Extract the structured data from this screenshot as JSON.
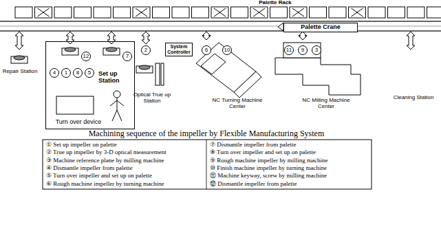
{
  "diagram": {
    "caption": "Machining sequence of the impeller by Flexible Manufacturing System",
    "nodes": [
      {
        "text": [
          "Palette Crane"
        ]
      },
      {
        "text": [
          "Set up Station"
        ]
      },
      {
        "text": [
          "12"
        ],
        "in": 1
      },
      {
        "text": [
          "7"
        ],
        "in": 1
      },
      {
        "text": [
          "4"
        ],
        "in": 1
      },
      {
        "text": [
          "1"
        ],
        "in": 1
      },
      {
        "text": [
          "8"
        ],
        "in": 1
      },
      {
        "text": [
          "5"
        ],
        "in": 1
      },
      {
        "text": [
          "Turn over device"
        ],
        "in": 1
      },
      {
        "text": [
          "2"
        ]
      },
      {
        "text": [
          "System Controller"
        ]
      },
      {
        "text": [
          "6"
        ]
      },
      {
        "text": [
          "10"
        ]
      },
      {
        "text": [
          "11"
        ]
      },
      {
        "text": [
          "9"
        ]
      },
      {
        "text": [
          "3"
        ]
      }
    ],
    "labels": [
      "Palette Rack",
      "Repair Station",
      "Optical True up Station",
      "NC Turning Machine Center",
      "NC Milling Machine Center",
      "Cleaning Station",
      "① Set up impeller on palette",
      "② True up impeller by 3-D optical measurement",
      "③ Machine reference plane by milling machine",
      "④ Dismantle impeller from palette",
      "⑤ Turn over impeller and set up on palette",
      "⑥ Rough machine impeller by turning machine",
      "⑦ Dismantle impeller from palette",
      "⑧ Turn over impeller and set up on palette",
      "⑨ Rough machine impeller by milling machine",
      "⑩ Finish machine impeller by turning machine",
      "⑪ Machine keyway, screw by milling machine",
      "⑫ Dismantle impeller from palette"
    ]
  }
}
